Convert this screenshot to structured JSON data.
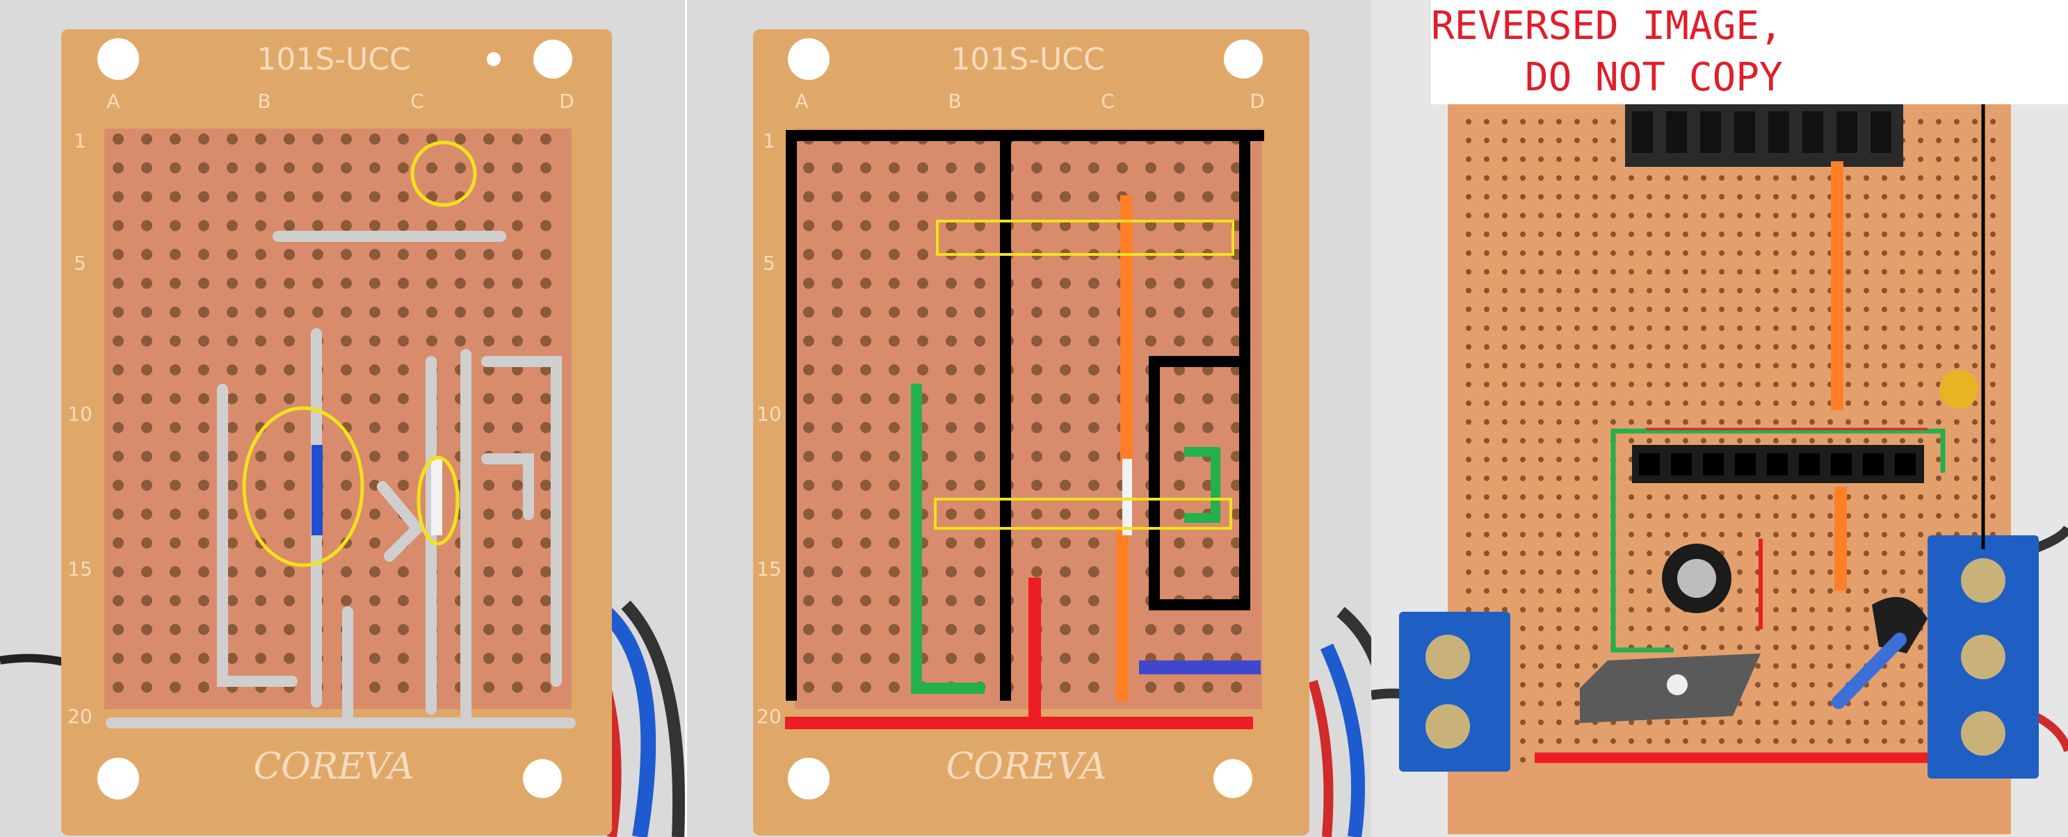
{
  "board": {
    "model": "101S-UCC",
    "brand": "COREVA",
    "columns": [
      "A",
      "B",
      "C",
      "D"
    ],
    "row_numbers": [
      "1",
      "5",
      "10",
      "15",
      "20"
    ]
  },
  "notice": {
    "line1": "REVERSED IMAGE,",
    "line2": "    DO NOT COPY"
  },
  "colors": {
    "board": "#e0a868",
    "copper": "#d98c6c",
    "solder": "#c8c8c8",
    "highlight": "#f2e21a",
    "black_wire": "#000000",
    "red_wire": "#ee1c24",
    "green_wire": "#22b14c",
    "orange_wire": "#ff7f27",
    "blue_wire": "#3f48cc",
    "terminal_blue": "#1f5fc4",
    "notice_text": "#e01e2b"
  }
}
